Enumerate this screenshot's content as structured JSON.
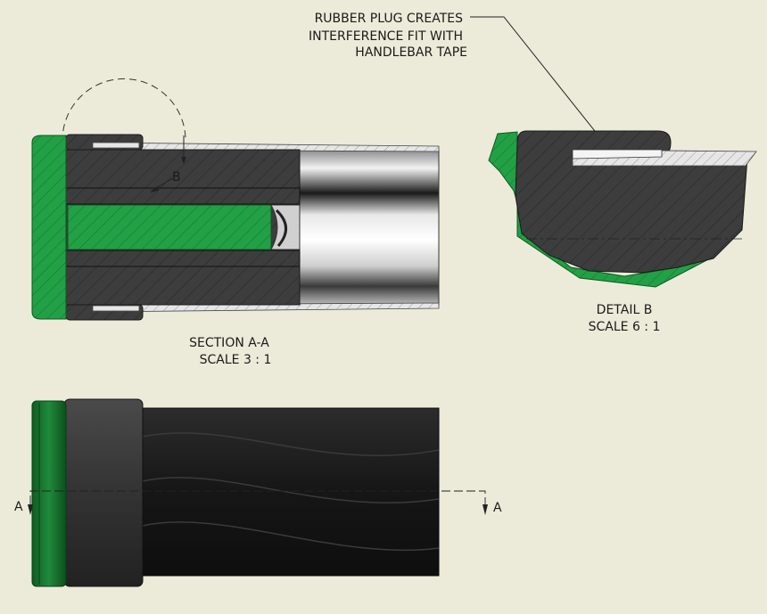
{
  "callout": {
    "line1": "RUBBER PLUG CREATES",
    "line2": "INTERFERENCE FIT WITH",
    "line3": "HANDLEBAR TAPE"
  },
  "section_view": {
    "title": "SECTION A-A",
    "scale": "SCALE 3 : 1",
    "detail_marker": "B"
  },
  "detail_view": {
    "title": "DETAIL  B",
    "scale": "SCALE 6 : 1"
  },
  "cut_line": {
    "left_label": "A",
    "right_label": "A"
  },
  "colors": {
    "background": "#ecebd9",
    "rubber_green": "#22a046",
    "plug_dark": "#3b3b3b",
    "grip_black": "#1c1c1c",
    "tube_silver": "#d9d9d9"
  }
}
